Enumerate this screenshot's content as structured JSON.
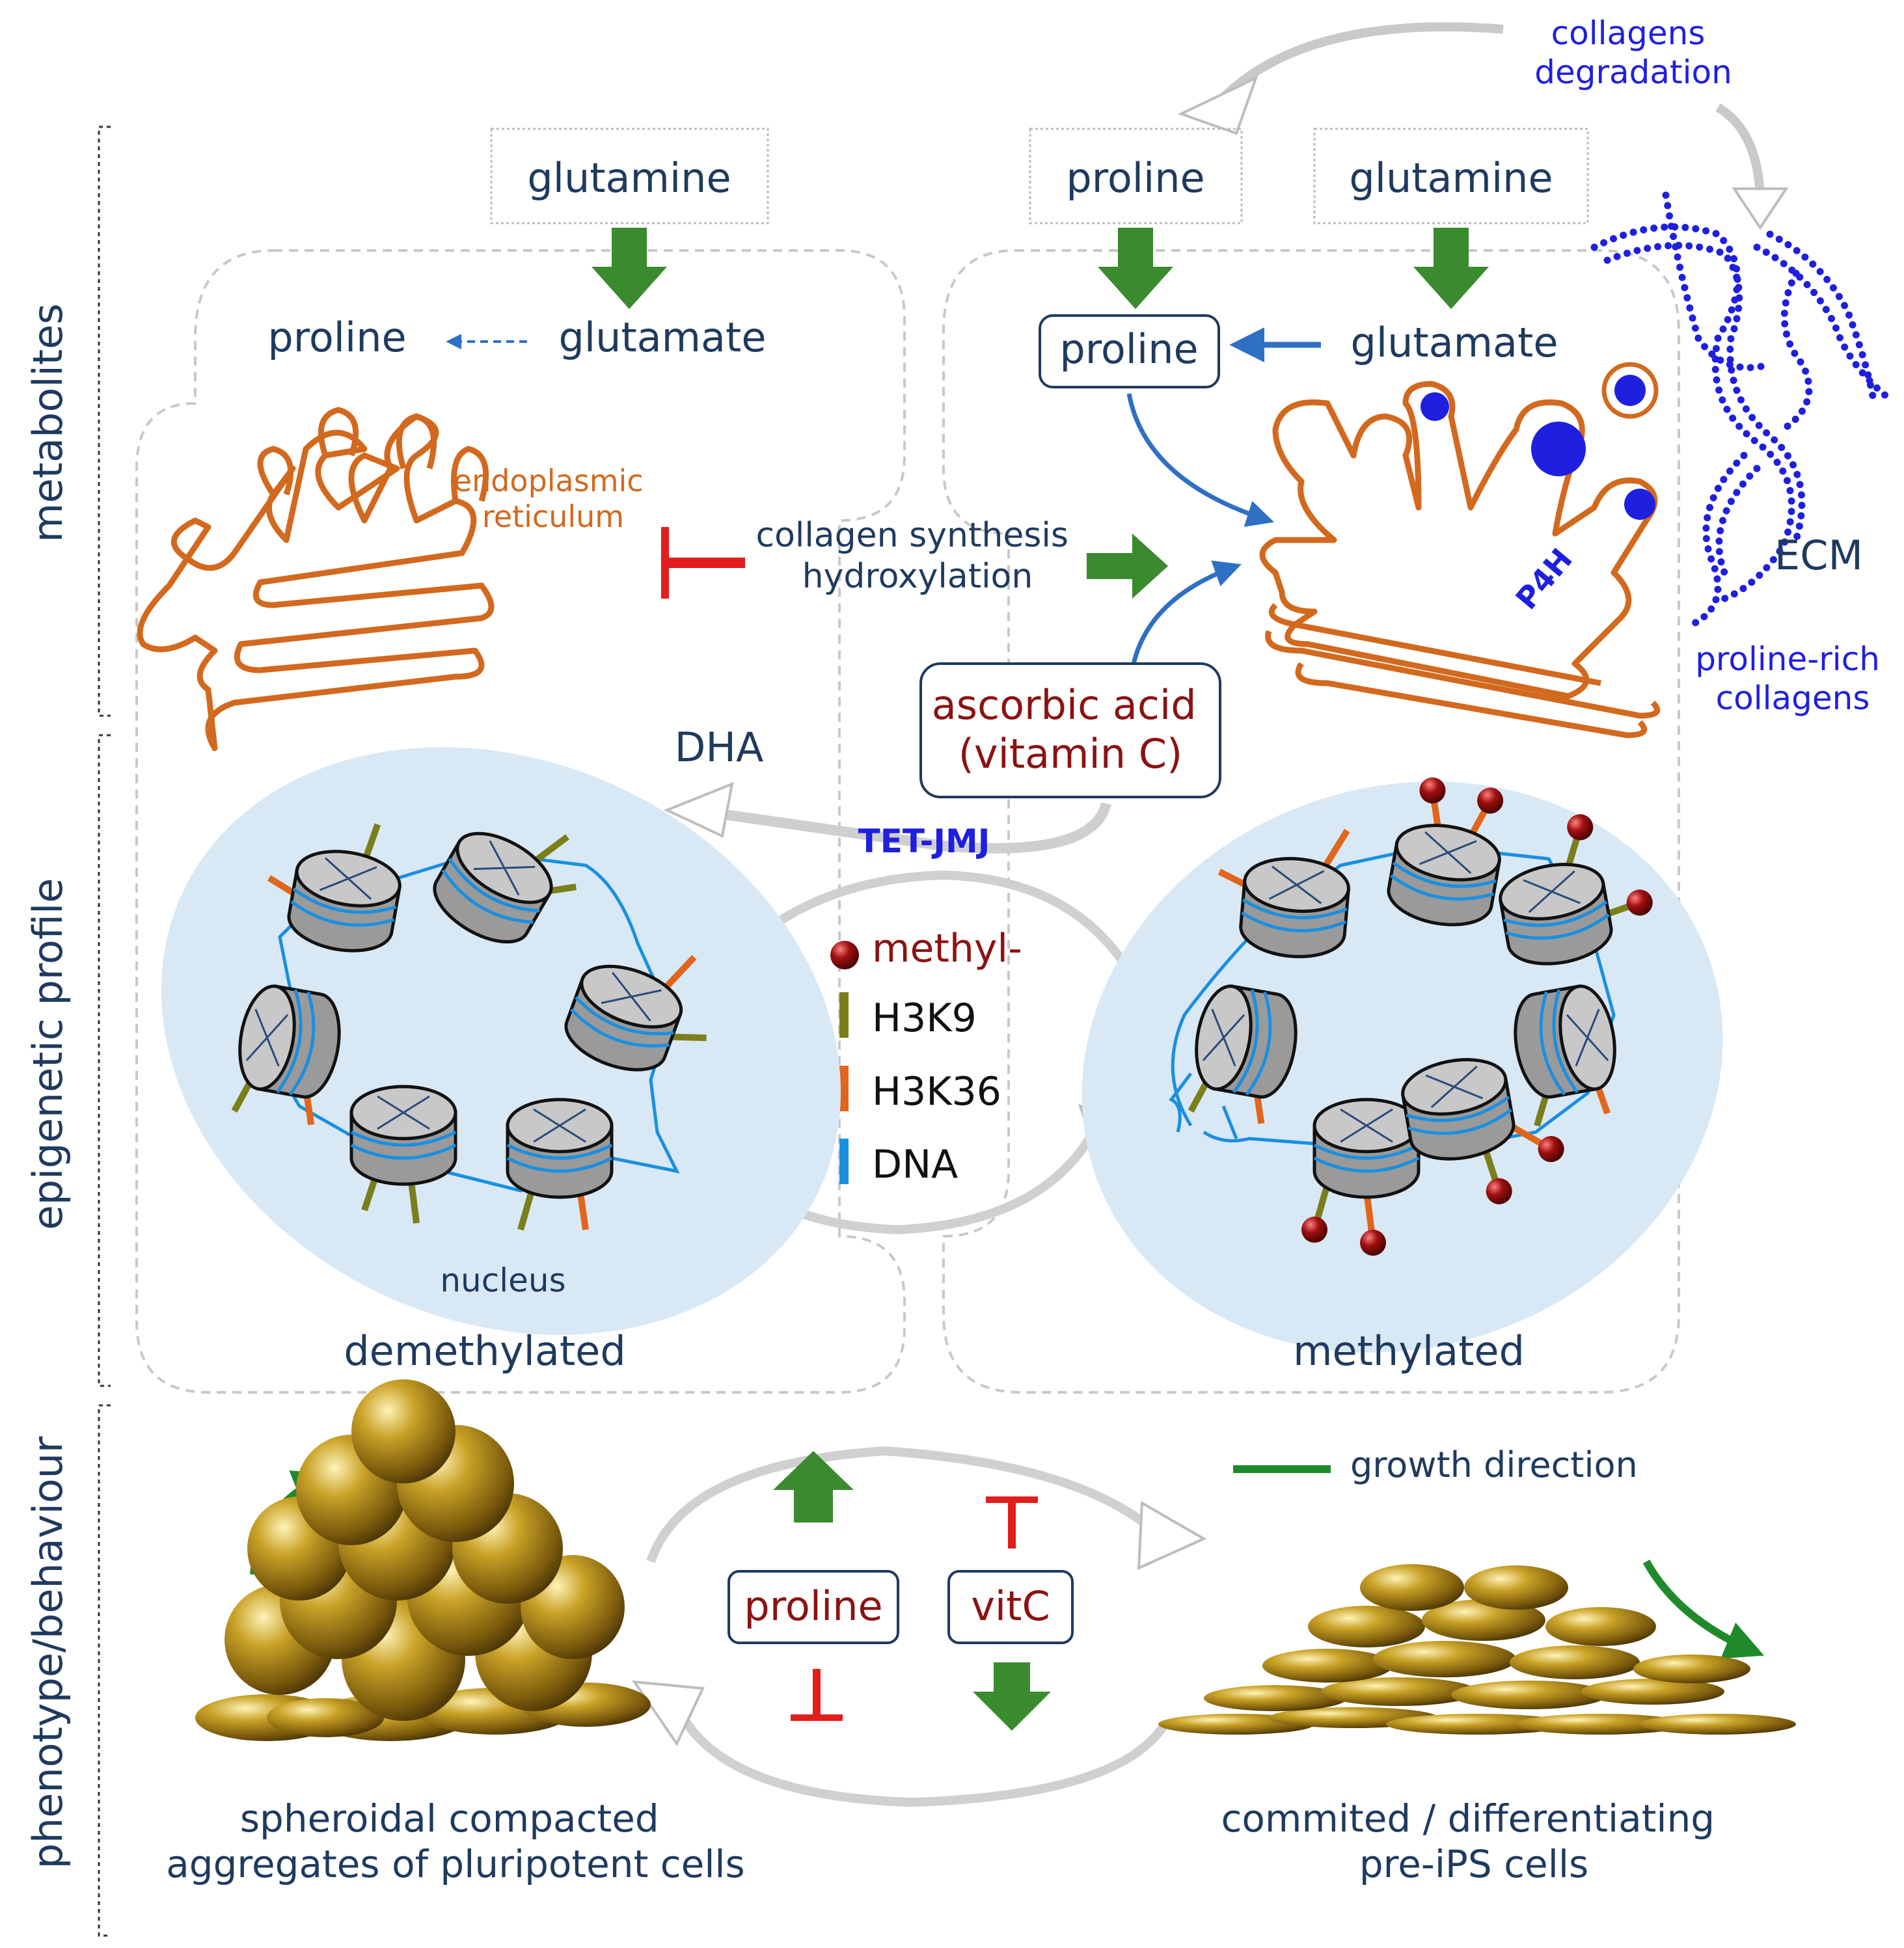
{
  "side_labels": {
    "metabolites": "metabolites",
    "epigenetic": "epigenetic profile",
    "phenotype": "phenotype/behaviour"
  },
  "top": {
    "collagens_degradation_1": "collagens",
    "collagens_degradation_2": "degradation",
    "left_glutamine": "glutamine",
    "left_glutamate": "glutamate",
    "left_proline": "proline",
    "right_proline_in": "proline",
    "right_glutamine": "glutamine",
    "right_proline_box": "proline",
    "right_glutamate": "glutamate"
  },
  "er": {
    "label_1": "endoplasmic",
    "label_2": "reticulum",
    "p4h": "P4H",
    "ecm": "ECM",
    "proline_rich_1": "proline-rich",
    "proline_rich_2": "collagens"
  },
  "middle": {
    "collagen_synthesis_1": "collagen synthesis",
    "collagen_synthesis_2": "hydroxylation",
    "ascorbic_1": "ascorbic acid",
    "ascorbic_2": "(vitamin C)",
    "dha": "DHA",
    "tet_jmj": "TET-JMJ"
  },
  "legend": {
    "methyl": "methyl-",
    "h3k9": "H3K9",
    "h3k36": "H3K36",
    "dna": "DNA"
  },
  "nucleus": {
    "nucleus_label": "nucleus",
    "demethylated": "demethylated",
    "methylated": "methylated"
  },
  "phenotype": {
    "growth_direction": "growth direction",
    "proline_box": "proline",
    "vitc_box": "vitC",
    "left_caption_1": "spheroidal compacted",
    "left_caption_2": "aggregates of pluripotent cells",
    "right_caption_1": "commited / differentiating",
    "right_caption_2": "pre-iPS cells"
  },
  "colors": {
    "navy_text": "#1f3a5f",
    "blue_text": "#1f1fe0",
    "orange_er": "#d2691e",
    "green_arrow": "#3a8a2e",
    "red_inhibit": "#e11d1d",
    "dark_red_text": "#8b1212",
    "nucleus_fill": "#d8e8f5",
    "h3k9": "#7a7f1a",
    "h3k36": "#e0661c",
    "dna": "#1a8fe0"
  }
}
